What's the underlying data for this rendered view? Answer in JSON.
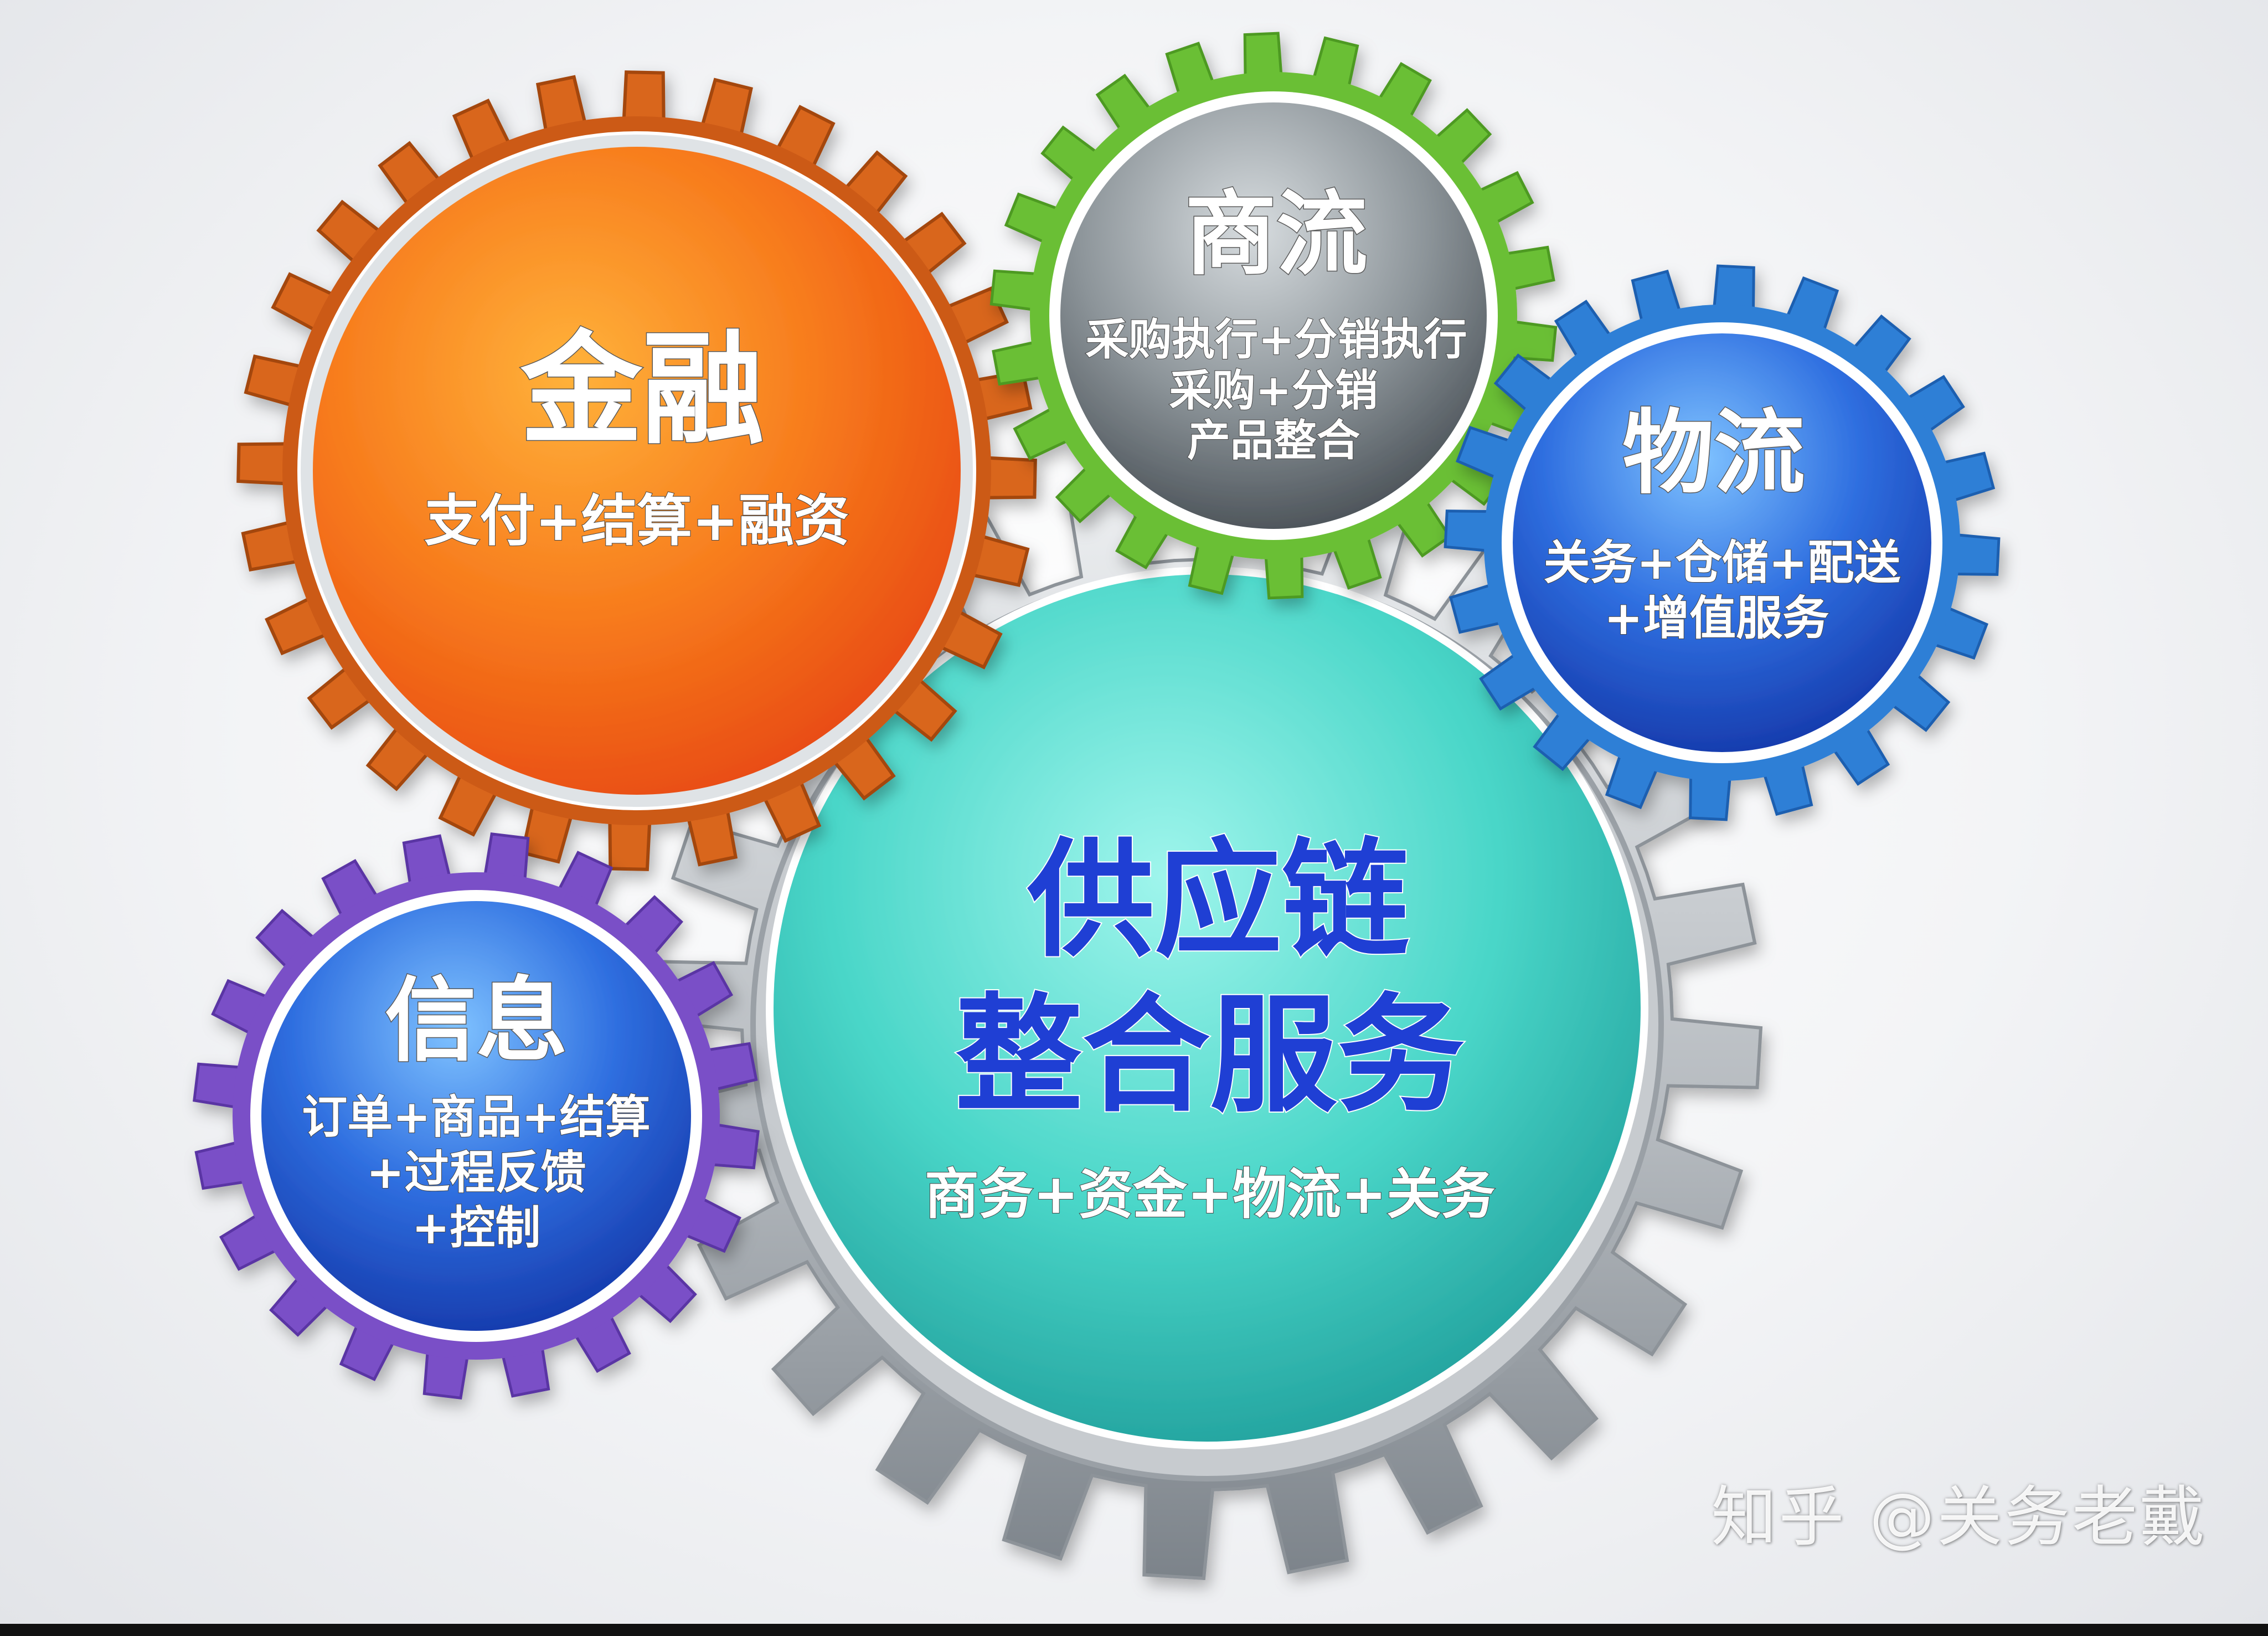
{
  "gears": {
    "finance": {
      "title": "金融",
      "lines": [
        "支付+结算+融资"
      ],
      "color": "#f26a1b"
    },
    "commerce": {
      "title": "商流",
      "lines": [
        "采购执行+分销执行",
        "采购+分销",
        "产品整合"
      ],
      "color": "#6abf35"
    },
    "logistics": {
      "title": "物流",
      "lines": [
        "关务+仓储+配送",
        "+增值服务"
      ],
      "color": "#2f7fd6"
    },
    "information": {
      "title": "信息",
      "lines": [
        "订单+商品+结算",
        "+过程反馈",
        "+控制"
      ],
      "color": "#7a4fc7"
    },
    "core": {
      "title_line1": "供应链",
      "title_line2": "整合服务",
      "lines": [
        "商务+资金+物流+关务"
      ],
      "color": "#43d1c4"
    }
  },
  "watermark": "知乎 @关务老戴"
}
